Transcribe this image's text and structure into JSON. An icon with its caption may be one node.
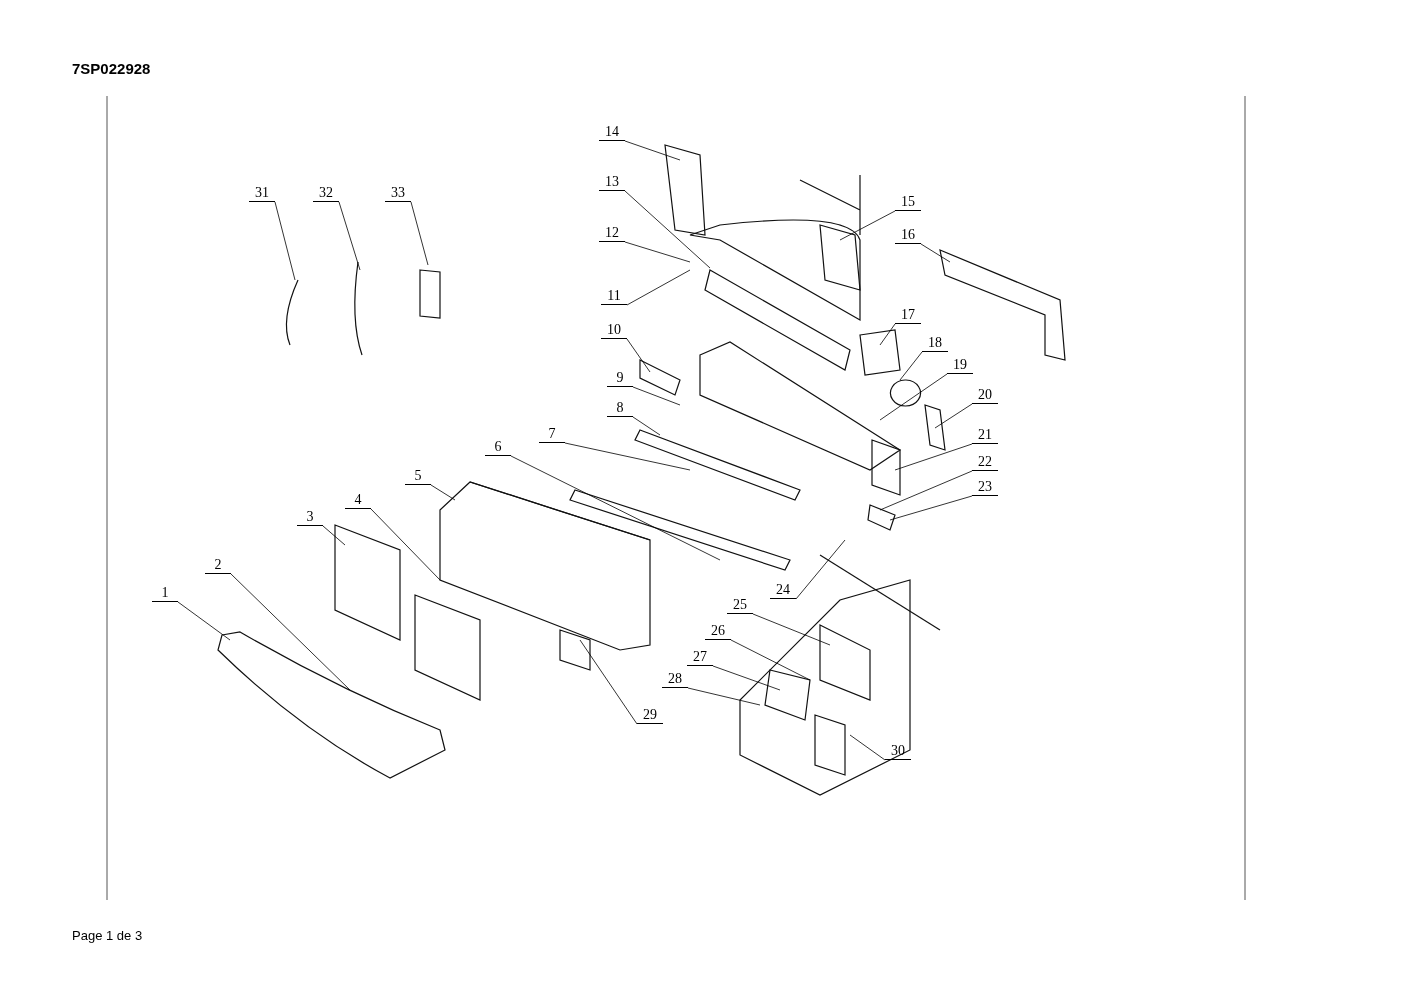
{
  "diagram": {
    "title": "7SP022928",
    "nodes": [
      {
        "text": [
          "1"
        ]
      },
      {
        "text": [
          "2"
        ]
      },
      {
        "text": [
          "3"
        ]
      },
      {
        "text": [
          "4"
        ]
      },
      {
        "text": [
          "5"
        ]
      },
      {
        "text": [
          "6"
        ]
      },
      {
        "text": [
          "7"
        ]
      },
      {
        "text": [
          "8"
        ]
      },
      {
        "text": [
          "9"
        ]
      },
      {
        "text": [
          "10"
        ]
      },
      {
        "text": [
          "11"
        ]
      },
      {
        "text": [
          "12"
        ]
      },
      {
        "text": [
          "13"
        ]
      },
      {
        "text": [
          "14"
        ]
      },
      {
        "text": [
          "15"
        ]
      },
      {
        "text": [
          "16"
        ]
      },
      {
        "text": [
          "17"
        ]
      },
      {
        "text": [
          "18"
        ]
      },
      {
        "text": [
          "19"
        ]
      },
      {
        "text": [
          "20"
        ]
      },
      {
        "text": [
          "21"
        ]
      },
      {
        "text": [
          "22"
        ]
      },
      {
        "text": [
          "23"
        ]
      },
      {
        "text": [
          "24"
        ]
      },
      {
        "text": [
          "25"
        ]
      },
      {
        "text": [
          "26"
        ]
      },
      {
        "text": [
          "27"
        ]
      },
      {
        "text": [
          "28"
        ]
      },
      {
        "text": [
          "29"
        ]
      },
      {
        "text": [
          "30"
        ]
      },
      {
        "text": [
          "31"
        ]
      },
      {
        "text": [
          "32"
        ]
      },
      {
        "text": [
          "33"
        ]
      }
    ],
    "edges": [
      {
        "from": 0,
        "to": null,
        "arrow": "none"
      },
      {
        "from": 1,
        "to": null,
        "arrow": "none"
      },
      {
        "from": 2,
        "to": null,
        "arrow": "none"
      },
      {
        "from": 3,
        "to": null,
        "arrow": "none"
      },
      {
        "from": 4,
        "to": null,
        "arrow": "none"
      },
      {
        "from": 5,
        "to": null,
        "arrow": "none"
      },
      {
        "from": 6,
        "to": null,
        "arrow": "none"
      },
      {
        "from": 7,
        "to": null,
        "arrow": "none"
      },
      {
        "from": 8,
        "to": null,
        "arrow": "none"
      },
      {
        "from": 9,
        "to": null,
        "arrow": "none"
      },
      {
        "from": 10,
        "to": null,
        "arrow": "none"
      },
      {
        "from": 11,
        "to": null,
        "arrow": "none"
      },
      {
        "from": 12,
        "to": null,
        "arrow": "none"
      },
      {
        "from": 13,
        "to": null,
        "arrow": "none"
      },
      {
        "from": 14,
        "to": null,
        "arrow": "none"
      },
      {
        "from": 15,
        "to": null,
        "arrow": "none"
      },
      {
        "from": 16,
        "to": null,
        "arrow": "none"
      },
      {
        "from": 17,
        "to": null,
        "arrow": "none"
      },
      {
        "from": 18,
        "to": null,
        "arrow": "none"
      },
      {
        "from": 19,
        "to": null,
        "arrow": "none"
      },
      {
        "from": 20,
        "to": null,
        "arrow": "none"
      },
      {
        "from": 21,
        "to": null,
        "arrow": "none"
      },
      {
        "from": 22,
        "to": null,
        "arrow": "none"
      },
      {
        "from": 23,
        "to": null,
        "arrow": "none"
      },
      {
        "from": 24,
        "to": null,
        "arrow": "none"
      },
      {
        "from": 25,
        "to": null,
        "arrow": "none"
      },
      {
        "from": 26,
        "to": null,
        "arrow": "none"
      },
      {
        "from": 27,
        "to": null,
        "arrow": "none"
      },
      {
        "from": 28,
        "to": null,
        "arrow": "none"
      },
      {
        "from": 29,
        "to": null,
        "arrow": "none"
      },
      {
        "from": 30,
        "to": null,
        "arrow": "none"
      },
      {
        "from": 31,
        "to": null,
        "arrow": "none"
      },
      {
        "from": 32,
        "to": null,
        "arrow": "none"
      }
    ],
    "labels": [
      "Page 1 de 3"
    ]
  }
}
